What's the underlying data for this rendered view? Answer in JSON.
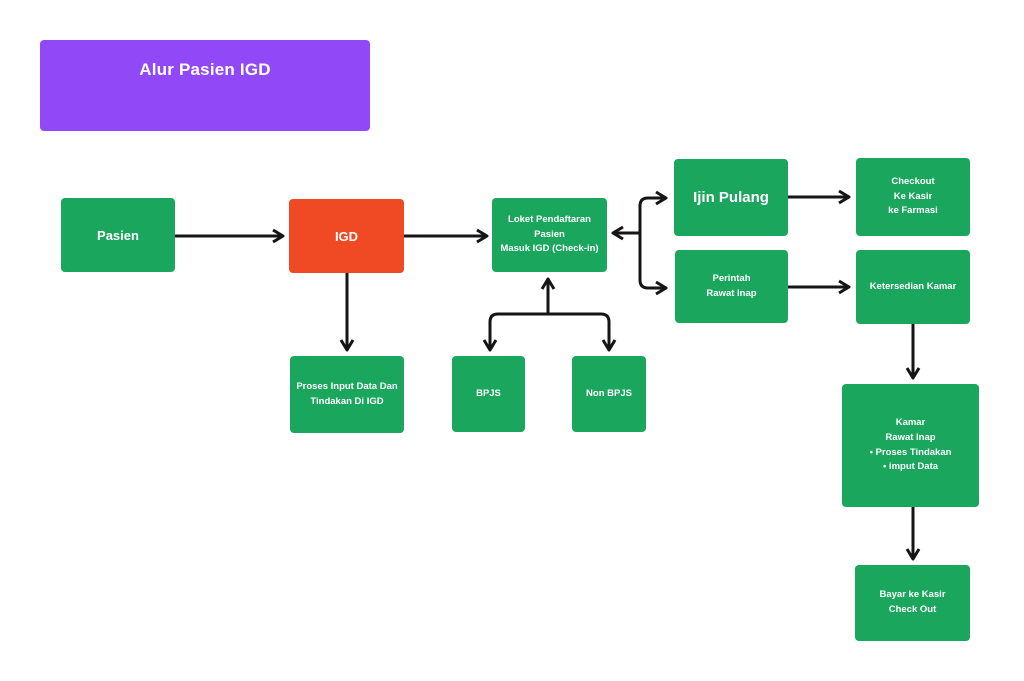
{
  "title": {
    "label": "Alur Pasien IGD"
  },
  "colors": {
    "green": "#1AA65C",
    "orange": "#EF4A23",
    "purple": "#9149F7",
    "arrow": "#151515",
    "bg": "#FFFFFF",
    "text": "#FFFFFF"
  },
  "nodes": {
    "pasien": {
      "label": "Pasien"
    },
    "igd": {
      "label": "IGD"
    },
    "loket": {
      "lines": [
        "Loket Pendaftaran Pasien",
        "Masuk IGD (Check-in)"
      ]
    },
    "ijin_pulang": {
      "label": "Ijin Pulang"
    },
    "checkout": {
      "lines": [
        "Checkout",
        "Ke Kasir",
        "ke Farmasi"
      ]
    },
    "perintah": {
      "lines": [
        "Perintah",
        "Rawat Inap"
      ]
    },
    "ketersedian": {
      "label": "Ketersedian Kamar"
    },
    "proses_igd": {
      "lines": [
        "Proses Input Data Dan",
        "Tindakan Di IGD"
      ]
    },
    "bpjs": {
      "label": "BPJS"
    },
    "non_bpjs": {
      "label": "Non BPJS"
    },
    "kamar": {
      "lines": [
        "Kamar",
        "Rawat Inap",
        "•  Proses Tindakan",
        "•  imput Data"
      ]
    },
    "bayar": {
      "pre": "Bayar ke",
      "bold": "Kasir",
      "line2": "Check Out"
    }
  }
}
